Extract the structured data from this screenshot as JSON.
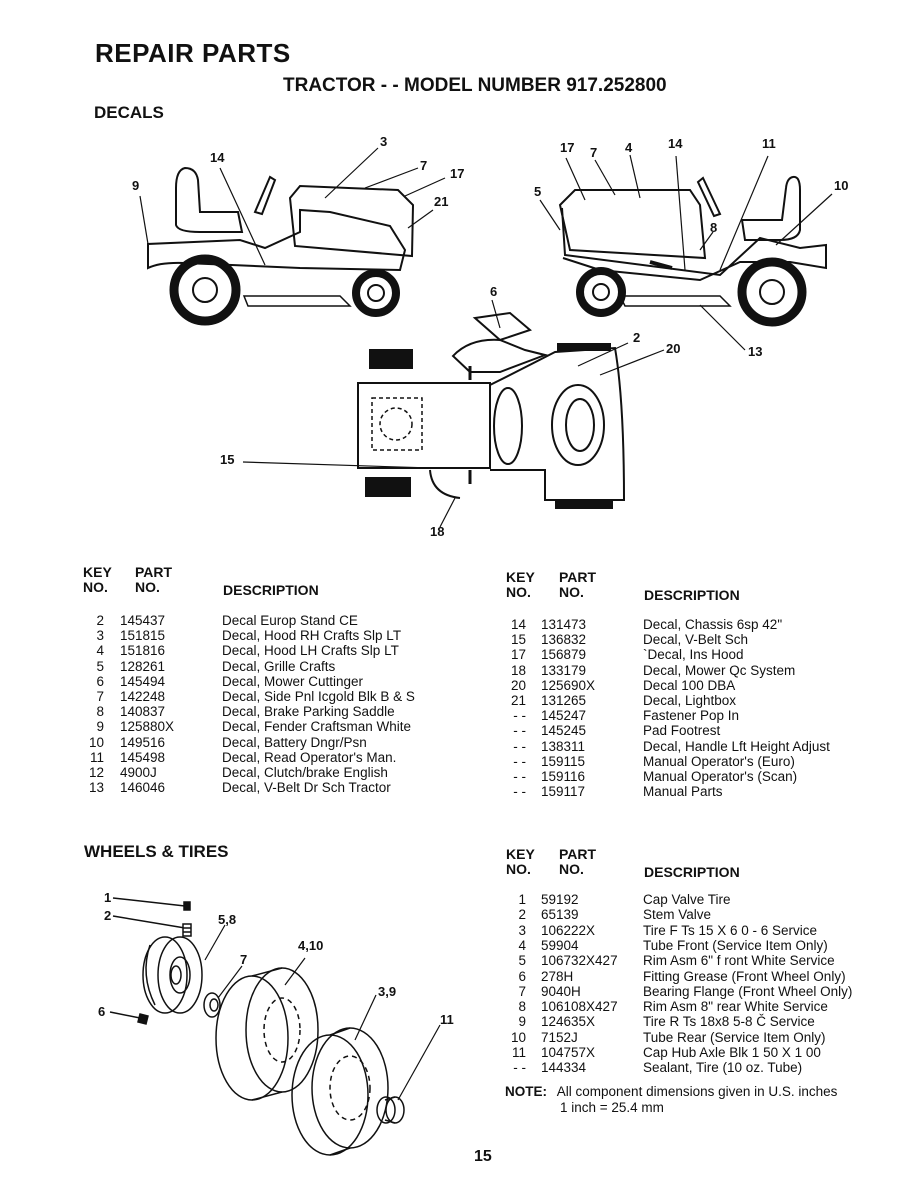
{
  "page": {
    "title": "REPAIR PARTS",
    "subtitle": "TRACTOR - - MODEL NUMBER 917.252800",
    "page_number": "15"
  },
  "decals": {
    "heading": "DECALS",
    "callouts": [
      "3",
      "14",
      "7",
      "17",
      "9",
      "21",
      "17",
      "7",
      "4",
      "14",
      "11",
      "5",
      "10",
      "8",
      "6",
      "2",
      "20",
      "13",
      "15",
      "18"
    ],
    "headers": {
      "key": [
        "KEY",
        "NO."
      ],
      "part": [
        "PART",
        "NO."
      ],
      "description": "DESCRIPTION"
    },
    "left_rows": [
      {
        "key": "2",
        "part": "145437",
        "desc": "Decal Europ Stand CE"
      },
      {
        "key": "3",
        "part": "151815",
        "desc": "Decal, Hood RH Crafts Slp LT"
      },
      {
        "key": "4",
        "part": "151816",
        "desc": "Decal, Hood LH Crafts Slp LT"
      },
      {
        "key": "5",
        "part": "128261",
        "desc": "Decal, Grille Crafts"
      },
      {
        "key": "6",
        "part": "145494",
        "desc": "Decal, Mower Cuttinger"
      },
      {
        "key": "7",
        "part": "142248",
        "desc": "Decal, Side Pnl Icgold Blk B & S"
      },
      {
        "key": "8",
        "part": "140837",
        "desc": "Decal, Brake Parking Saddle"
      },
      {
        "key": "9",
        "part": "125880X",
        "desc": "Decal, Fender Craftsman White"
      },
      {
        "key": "10",
        "part": "149516",
        "desc": "Decal, Battery Dngr/Psn"
      },
      {
        "key": "11",
        "part": "145498",
        "desc": "Decal, Read Operator's Man."
      },
      {
        "key": "12",
        "part": "4900J",
        "desc": "Decal, Clutch/brake English"
      },
      {
        "key": "13",
        "part": "146046",
        "desc": "Decal, V-Belt Dr Sch Tractor"
      }
    ],
    "right_rows": [
      {
        "key": "14",
        "part": "131473",
        "desc": "Decal, Chassis 6sp 42\""
      },
      {
        "key": "15",
        "part": "136832",
        "desc": "Decal, V-Belt Sch"
      },
      {
        "key": "17",
        "part": "156879",
        "desc": "`Decal, Ins Hood"
      },
      {
        "key": "18",
        "part": "133179",
        "desc": "Decal, Mower Qc System"
      },
      {
        "key": "20",
        "part": "125690X",
        "desc": "Decal 100 DBA"
      },
      {
        "key": "21",
        "part": "131265",
        "desc": "Decal, Lightbox"
      },
      {
        "key": "- -",
        "part": "145247",
        "desc": "Fastener Pop In"
      },
      {
        "key": "- -",
        "part": "145245",
        "desc": "Pad Footrest"
      },
      {
        "key": "- -",
        "part": "138311",
        "desc": "Decal, Handle Lft Height Adjust"
      },
      {
        "key": "- -",
        "part": "159115",
        "desc": "Manual Operator's (Euro)"
      },
      {
        "key": "- -",
        "part": "159116",
        "desc": "Manual Operator's (Scan)"
      },
      {
        "key": "- -",
        "part": "159117",
        "desc": "Manual Parts"
      }
    ]
  },
  "wheels": {
    "heading": "WHEELS & TIRES",
    "callouts": [
      "1",
      "2",
      "5,8",
      "4,10",
      "7",
      "3,9",
      "11",
      "6"
    ],
    "rows": [
      {
        "key": "1",
        "part": "59192",
        "desc": "Cap Valve Tire"
      },
      {
        "key": "2",
        "part": "65139",
        "desc": "Stem Valve"
      },
      {
        "key": "3",
        "part": "106222X",
        "desc": "Tire F Ts 15 X 6 0 - 6 Service"
      },
      {
        "key": "4",
        "part": "59904",
        "desc": "Tube Front (Service Item Only)"
      },
      {
        "key": "5",
        "part": "106732X427",
        "desc": "Rim Asm 6\" f ront White Service"
      },
      {
        "key": "6",
        "part": "278H",
        "desc": "Fitting Grease (Front Wheel Only)"
      },
      {
        "key": "7",
        "part": "9040H",
        "desc": "Bearing Flange (Front Wheel Only)"
      },
      {
        "key": "8",
        "part": "106108X427",
        "desc": "Rim Asm 8\" rear White Service"
      },
      {
        "key": "9",
        "part": "124635X",
        "desc": "Tire R Ts 18x8 5-8 Č Service"
      },
      {
        "key": "10",
        "part": "7152J",
        "desc": "Tube Rear (Service Item Only)"
      },
      {
        "key": "11",
        "part": "104757X",
        "desc": "Cap Hub Axle Blk 1 50 X 1 00"
      },
      {
        "key": "- -",
        "part": "144334",
        "desc": "Sealant, Tire (10 oz. Tube)"
      }
    ],
    "note_label": "NOTE:",
    "note_line1": "All component dimensions given in U.S. inches",
    "note_line2": "1 inch = 25.4 mm"
  }
}
